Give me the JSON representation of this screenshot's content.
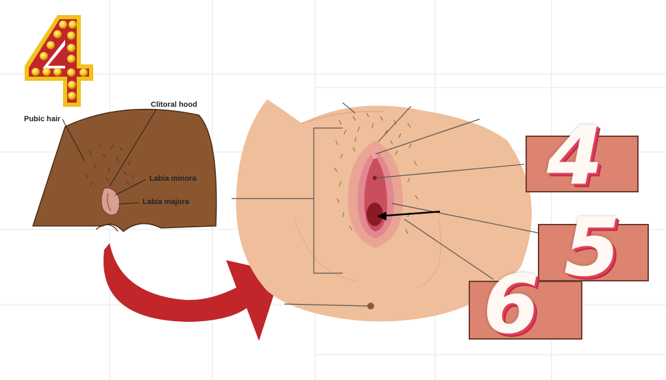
{
  "badge": {
    "value": "4"
  },
  "small_diagram": {
    "labels": {
      "pubic_hair": "Pubic hair",
      "clitoral_hood": "Clitoral hood",
      "labia_minora": "Labia minora",
      "labia_majora": "Labia majora"
    }
  },
  "answer_boxes": [
    {
      "number": "4"
    },
    {
      "number": "5"
    },
    {
      "number": "6"
    }
  ],
  "colors": {
    "small_anatomy": "#8a5630",
    "large_anatomy": "#efbe9a",
    "arrow": "#c0262a",
    "answer_box": "#dc8470",
    "badge": "#c0262a"
  }
}
